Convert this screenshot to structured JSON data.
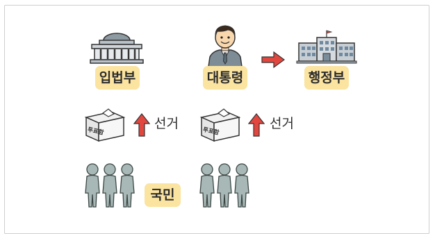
{
  "branches": {
    "legislature": "입법부",
    "president": "대통령",
    "executive": "행정부"
  },
  "ballot_box_text": "투표함",
  "vote_left": "선거",
  "vote_right": "선거",
  "people": "국민",
  "colors": {
    "label_bg": "#fbe3a0",
    "arrow_red": "#e2473f",
    "person_fill": "#a8b8b6",
    "building_gray": "#9aa5ad"
  }
}
